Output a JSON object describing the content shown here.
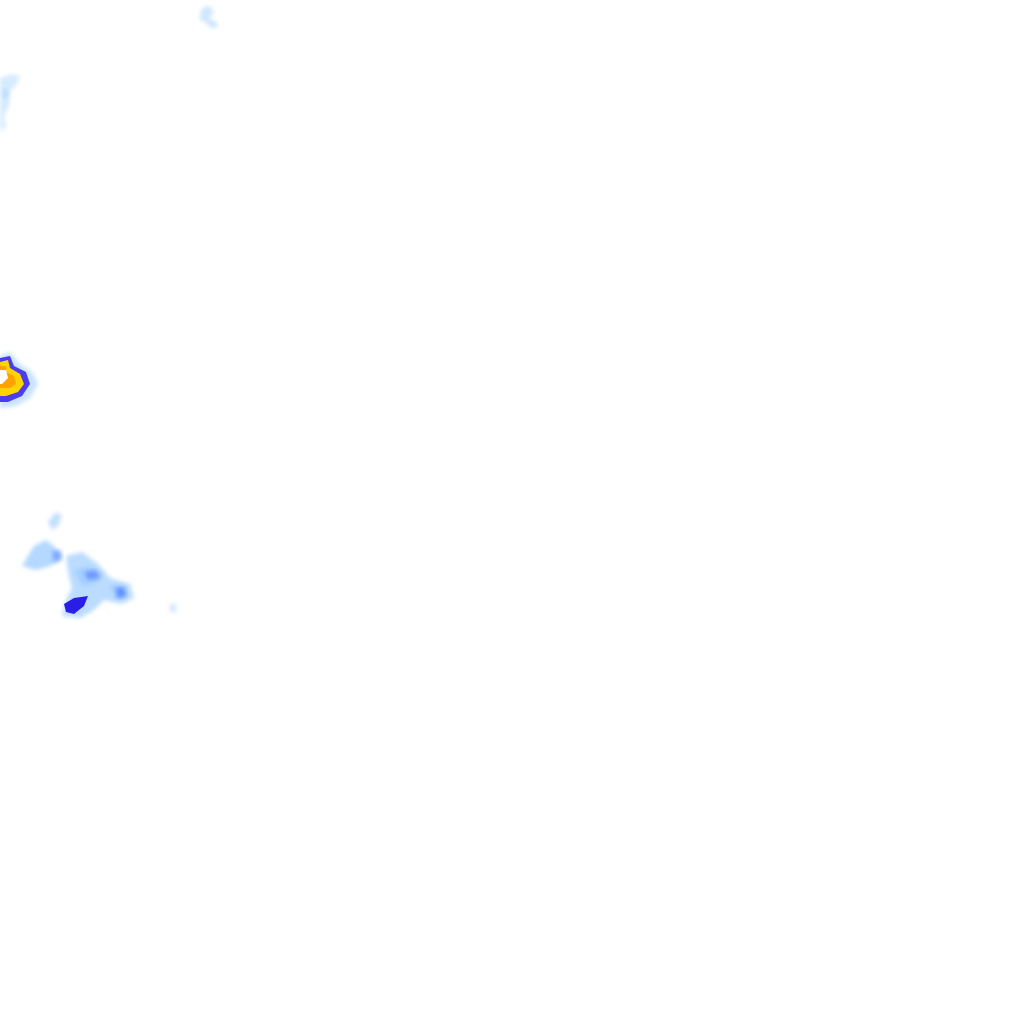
{
  "map": {
    "kind": "precipitation-radar-overlay-tile",
    "background_color": "#ffffff",
    "legend_colors": {
      "very_light": "#dbeeff",
      "light": "#a9d4ff",
      "moderate": "#5f8dff",
      "heavy": "#2a1ee6",
      "intense": "#ffd400",
      "very_intense": "#ffa200"
    },
    "echo_cells": [
      {
        "id": "cell-top-north",
        "intensity": "very_light"
      },
      {
        "id": "cell-top-left-edge",
        "intensity": "very_light"
      },
      {
        "id": "cell-strong-west",
        "intensity": "very_intense"
      },
      {
        "id": "cell-cluster-southwest",
        "intensity": "heavy"
      },
      {
        "id": "cell-speck-south",
        "intensity": "very_light"
      }
    ]
  }
}
